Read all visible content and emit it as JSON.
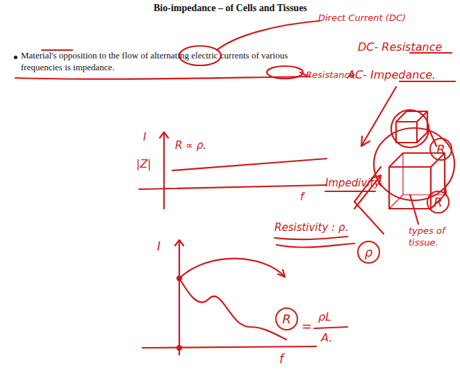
{
  "diagram": {
    "title": "Bio-impedance – of Cells and Tissues",
    "nodes": [
      {
        "text": [
          "R"
        ]
      },
      {
        "text": [
          "R"
        ]
      },
      {
        "text": [
          "ρ"
        ]
      },
      {
        "text": [
          "R"
        ]
      }
    ],
    "labels": [
      "Material's opposition to the flow of alternating electric currents of various frequencies is impedance.",
      "Direct Current (DC)",
      "Resistance.",
      "DC- Resistance",
      "AC- Impedance.",
      "I",
      "|Z|",
      "R ∝ ρ.",
      "f",
      "Impedivity.",
      "Resistivity : ρ.",
      "types of tissue.",
      "I",
      "f",
      "=",
      "ρL",
      "A."
    ]
  }
}
